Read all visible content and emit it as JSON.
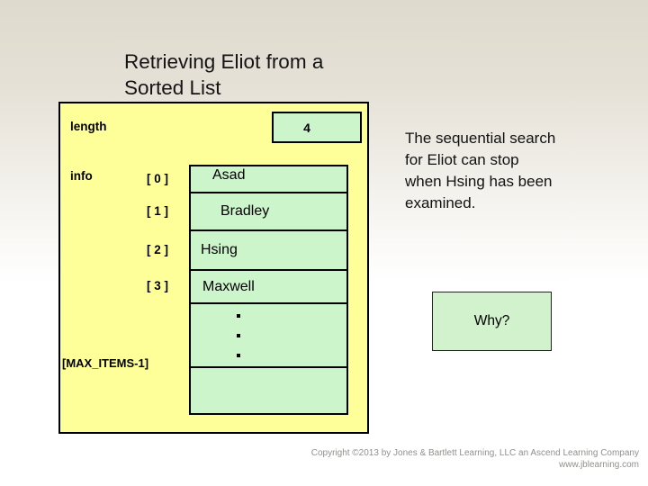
{
  "title": {
    "line1": "Retrieving Eliot from a",
    "line2": "Sorted List"
  },
  "diagram": {
    "length_label": "length",
    "length_value": "4",
    "info_label": "info",
    "max_items_label": "[MAX_ITEMS-1]",
    "rows": [
      {
        "index": "[ 0 ]",
        "value": "Asad"
      },
      {
        "index": "[ 1 ]",
        "value": "Bradley"
      },
      {
        "index": "[ 2 ]",
        "value": "Hsing"
      },
      {
        "index": "[ 3 ]",
        "value": "Maxwell"
      }
    ],
    "ellipsis_icon": "vertical-ellipsis"
  },
  "annotation": {
    "lines": [
      "The sequential search",
      "for Eliot can stop",
      "when Hsing has been",
      "examined."
    ]
  },
  "why_box": {
    "label": "Why?"
  },
  "footer": {
    "copyright_line1": "Copyright ©2013 by Jones & Bartlett Learning, LLC an Ascend Learning Company",
    "copyright_line2": "www.jblearning.com"
  },
  "colors": {
    "box_yellow": "#ffff99",
    "cell_green": "#ccf5cc",
    "why_green": "#d2f2cd",
    "border_black": "#000000",
    "copyright_gray": "#8f918c"
  }
}
